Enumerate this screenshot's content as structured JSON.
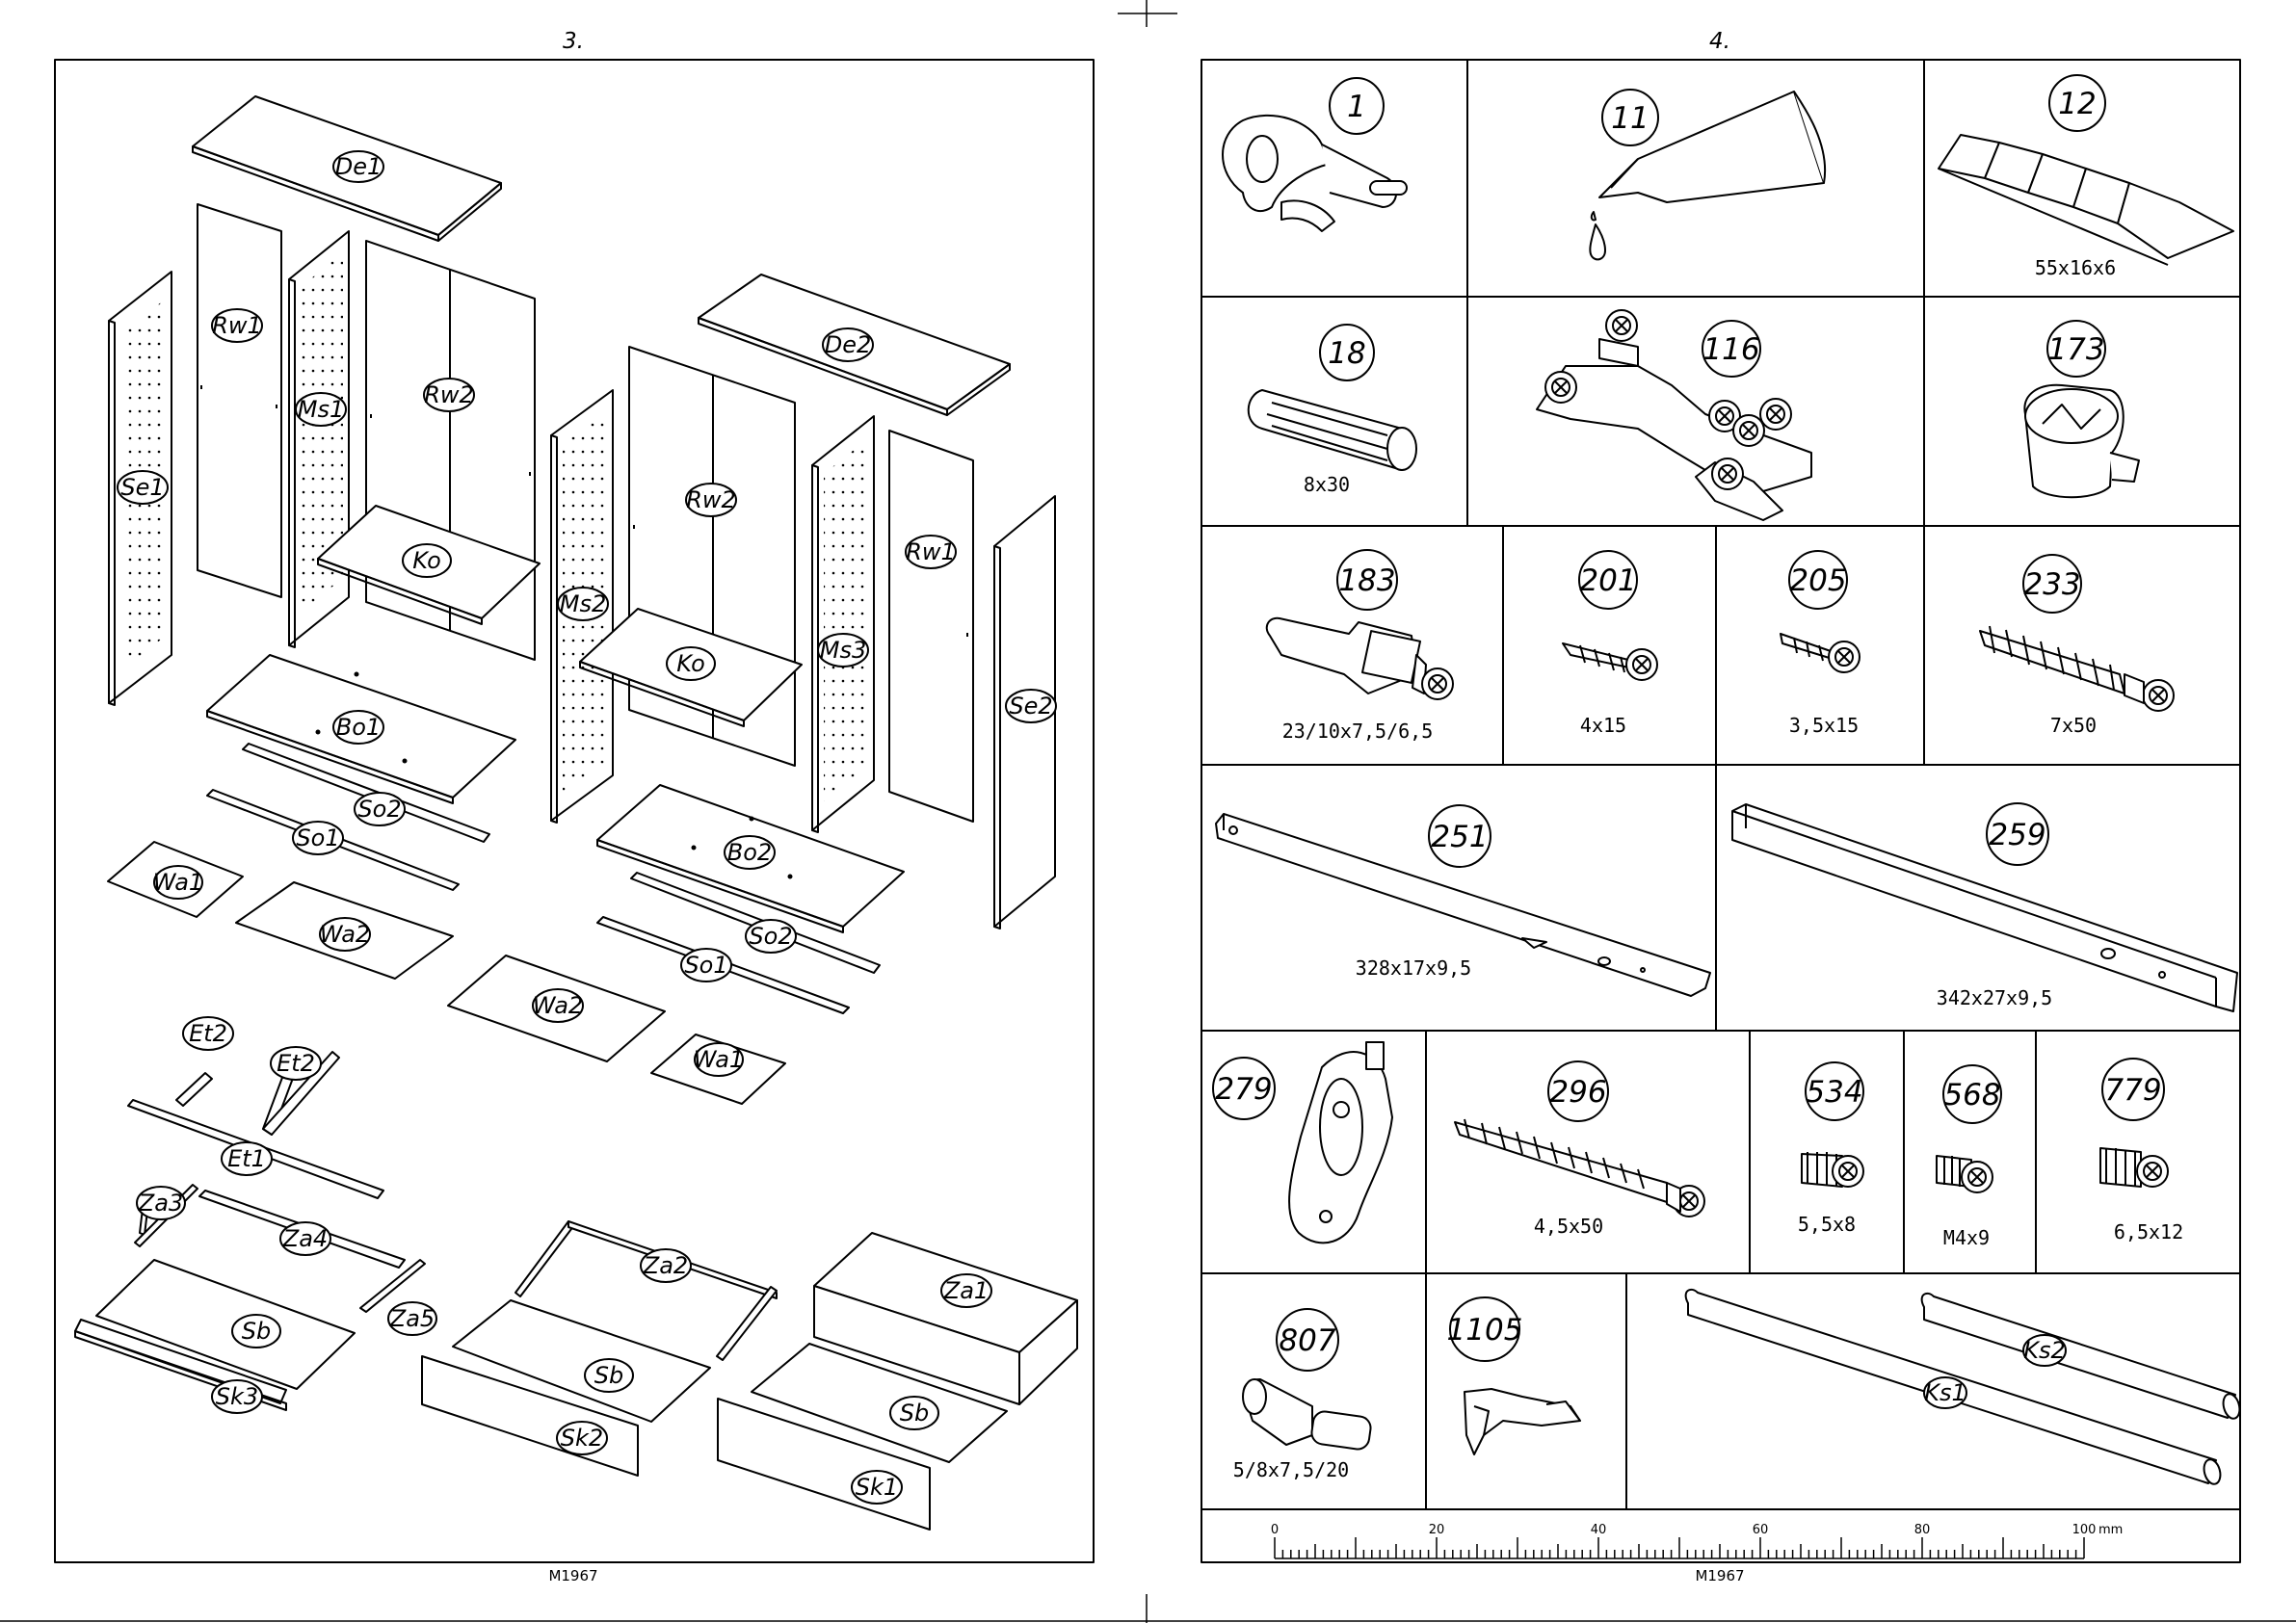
{
  "pages": [
    {
      "number": "3.",
      "code": "M1967"
    },
    {
      "number": "4.",
      "code": "M1967"
    }
  ],
  "exploded_view": {
    "parts": [
      {
        "id": "de1",
        "label": "De1"
      },
      {
        "id": "rw1a",
        "label": "Rw1"
      },
      {
        "id": "se1",
        "label": "Se1"
      },
      {
        "id": "ms1",
        "label": "Ms1"
      },
      {
        "id": "rw2a",
        "label": "Rw2"
      },
      {
        "id": "koa",
        "label": "Ko"
      },
      {
        "id": "bo1",
        "label": "Bo1"
      },
      {
        "id": "so2a",
        "label": "So2"
      },
      {
        "id": "so1a",
        "label": "So1"
      },
      {
        "id": "wa1a",
        "label": "Wa1"
      },
      {
        "id": "wa2a",
        "label": "Wa2"
      },
      {
        "id": "de2",
        "label": "De2"
      },
      {
        "id": "rw2b",
        "label": "Rw2"
      },
      {
        "id": "ms2",
        "label": "Ms2"
      },
      {
        "id": "kob",
        "label": "Ko"
      },
      {
        "id": "ms3",
        "label": "Ms3"
      },
      {
        "id": "rw1b",
        "label": "Rw1"
      },
      {
        "id": "se2",
        "label": "Se2"
      },
      {
        "id": "bo2",
        "label": "Bo2"
      },
      {
        "id": "so2b",
        "label": "So2"
      },
      {
        "id": "so1b",
        "label": "So1"
      },
      {
        "id": "wa2b",
        "label": "Wa2"
      },
      {
        "id": "wa1b",
        "label": "Wa1"
      },
      {
        "id": "et2a",
        "label": "Et2"
      },
      {
        "id": "et2b",
        "label": "Et2"
      },
      {
        "id": "et1",
        "label": "Et1"
      },
      {
        "id": "za3",
        "label": "Za3"
      },
      {
        "id": "za4",
        "label": "Za4"
      },
      {
        "id": "za5",
        "label": "Za5"
      },
      {
        "id": "sba",
        "label": "Sb"
      },
      {
        "id": "sk3",
        "label": "Sk3"
      },
      {
        "id": "za2",
        "label": "Za2"
      },
      {
        "id": "sbb",
        "label": "Sb"
      },
      {
        "id": "sk2",
        "label": "Sk2"
      },
      {
        "id": "za1",
        "label": "Za1"
      },
      {
        "id": "sbc",
        "label": "Sb"
      },
      {
        "id": "sk1",
        "label": "Sk1"
      }
    ]
  },
  "hardware": [
    {
      "id": "h1",
      "number": "1",
      "dim": ""
    },
    {
      "id": "h11",
      "number": "11",
      "dim": ""
    },
    {
      "id": "h12",
      "number": "12",
      "dim": "55x16x6"
    },
    {
      "id": "h18",
      "number": "18",
      "dim": "8x30"
    },
    {
      "id": "h116",
      "number": "116",
      "dim": ""
    },
    {
      "id": "h173",
      "number": "173",
      "dim": ""
    },
    {
      "id": "h183",
      "number": "183",
      "dim": "23/10x7,5/6,5"
    },
    {
      "id": "h201",
      "number": "201",
      "dim": "4x15"
    },
    {
      "id": "h205",
      "number": "205",
      "dim": "3,5x15"
    },
    {
      "id": "h233",
      "number": "233",
      "dim": "7x50"
    },
    {
      "id": "h251",
      "number": "251",
      "dim": "328x17x9,5"
    },
    {
      "id": "h259",
      "number": "259",
      "dim": "342x27x9,5"
    },
    {
      "id": "h279",
      "number": "279",
      "dim": ""
    },
    {
      "id": "h296",
      "number": "296",
      "dim": "4,5x50"
    },
    {
      "id": "h534",
      "number": "534",
      "dim": "5,5x8"
    },
    {
      "id": "h568",
      "number": "568",
      "dim": "M4x9"
    },
    {
      "id": "h779",
      "number": "779",
      "dim": "6,5x12"
    },
    {
      "id": "h807",
      "number": "807",
      "dim": "5/8x7,5/20"
    },
    {
      "id": "h1105",
      "number": "1105",
      "dim": ""
    },
    {
      "id": "ks1",
      "number": "Ks1",
      "dim": ""
    },
    {
      "id": "ks2",
      "number": "Ks2",
      "dim": ""
    }
  ],
  "ruler": {
    "ticks": [
      "0",
      "20",
      "40",
      "60",
      "80",
      "100"
    ],
    "unit": "mm"
  }
}
